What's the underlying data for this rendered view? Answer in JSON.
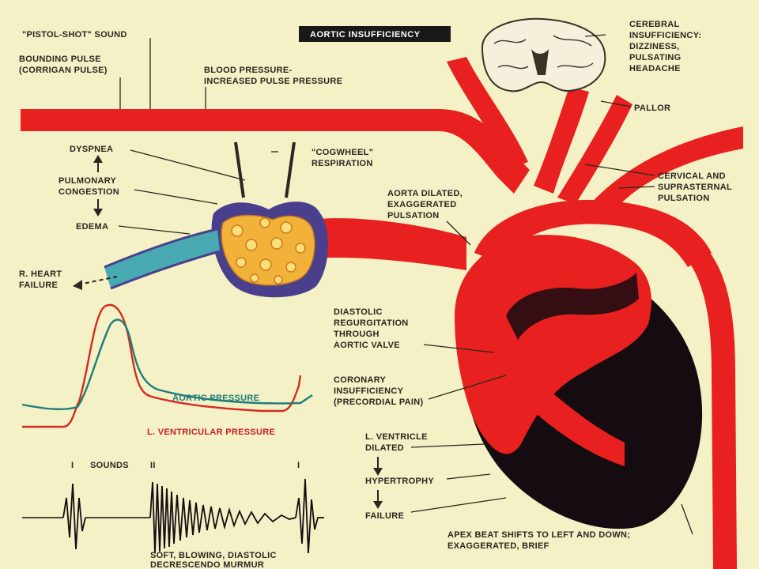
{
  "title": "AORTIC INSUFFICIENCY",
  "labels": {
    "pistol_shot": "\"PISTOL-SHOT\" SOUND",
    "bounding_pulse_1": "BOUNDING PULSE",
    "bounding_pulse_2": "(CORRIGAN PULSE)",
    "bp_1": "BLOOD PRESSURE-",
    "bp_2": "INCREASED PULSE PRESSURE",
    "cerebral_1": "CEREBRAL",
    "cerebral_2": "INSUFFICIENCY:",
    "cerebral_3": "DIZZINESS,",
    "cerebral_4": "PULSATING",
    "cerebral_5": "HEADACHE",
    "pallor": "PALLOR",
    "dyspnea": "DYSPNEA",
    "pulmonary_1": "PULMONARY",
    "pulmonary_2": "CONGESTION",
    "edema": "EDEMA",
    "cogwheel_1": "\"COGWHEEL\"",
    "cogwheel_2": "RESPIRATION",
    "cervical_1": "CERVICAL AND",
    "cervical_2": "SUPRASTERNAL",
    "cervical_3": "PULSATION",
    "aorta_1": "AORTA DILATED,",
    "aorta_2": "EXAGGERATED",
    "aorta_3": "PULSATION",
    "rheart_1": "R. HEART",
    "rheart_2": "FAILURE",
    "diastolic_1": "DIASTOLIC",
    "diastolic_2": "REGURGITATION",
    "diastolic_3": "THROUGH",
    "diastolic_4": "AORTIC VALVE",
    "coronary_1": "CORONARY",
    "coronary_2": "INSUFFICIENCY",
    "coronary_3": "(PRECORDIAL PAIN)",
    "lv_1": "L. VENTRICLE",
    "lv_2": "DILATED",
    "hypertrophy": "HYPERTROPHY",
    "failure": "FAILURE",
    "apex_1": "APEX BEAT SHIFTS TO LEFT AND DOWN;",
    "apex_2": "EXAGGERATED, BRIEF",
    "aortic_pressure": "AORTIC PRESSURE",
    "lv_pressure": "L. VENTRICULAR PRESSURE",
    "sound_1": "I",
    "sounds": "SOUNDS",
    "sound_2": "II",
    "sound_1b": "I",
    "murmur_1": "SOFT, BLOWING, DIASTOLIC",
    "murmur_2": "DECRESCENDO MURMUR"
  },
  "colors": {
    "background": "#f4f1c7",
    "artery": "#e8201f",
    "heart_dark": "#140c10",
    "lung": "#f2b23a",
    "vein": "#4a3f8c",
    "title_bg": "#1a1718"
  }
}
